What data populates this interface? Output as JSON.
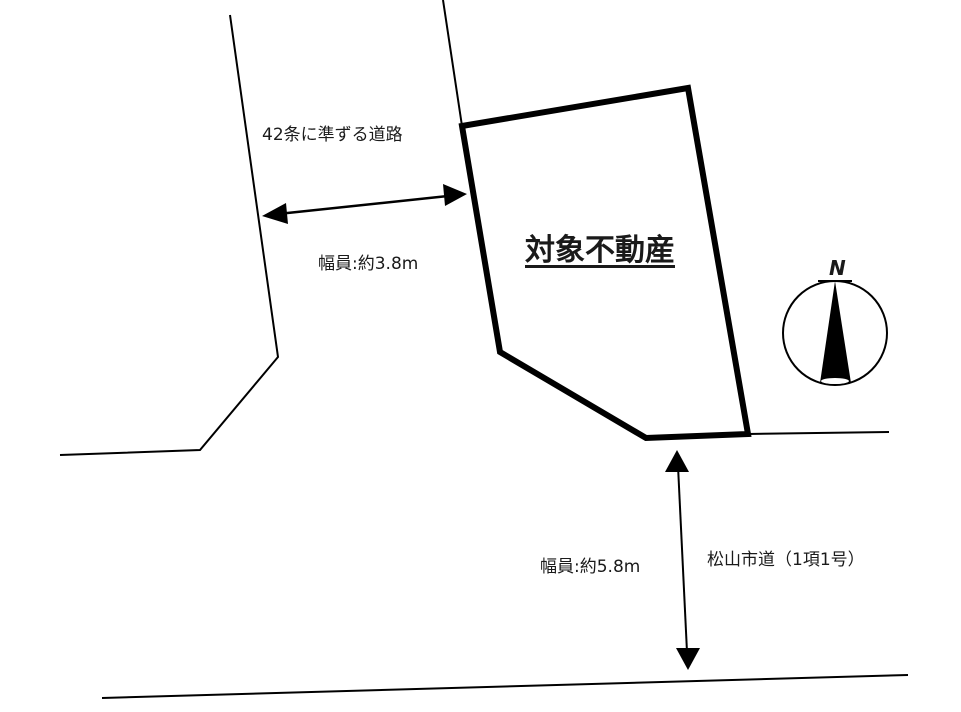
{
  "property": {
    "title": "対象不動産"
  },
  "roads": {
    "side_road": {
      "name": "42条に準ずる道路",
      "width_label": "幅員:約3.8m"
    },
    "front_road": {
      "name": "松山市道（1項1号）",
      "width_label": "幅員:約5.8m"
    }
  },
  "compass": {
    "letter": "N",
    "icon": "north-arrow-icon"
  },
  "colors": {
    "line": "#000000",
    "background": "#ffffff",
    "text": "#1a1a1a"
  }
}
